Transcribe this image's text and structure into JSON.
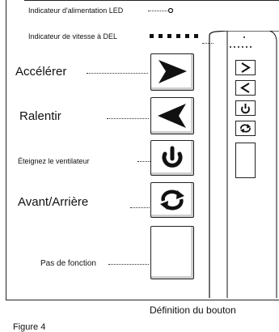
{
  "labels": {
    "led_power": "Indicateur d'alimentation LED",
    "led_speed": "Indicateur de vitesse à DEL",
    "accelerate": "Accélérer",
    "decelerate": "Ralentir",
    "power_off": "Éteignez le ventilateur",
    "reverse": "Avant/Arrière",
    "no_function": "Pas de fonction"
  },
  "caption": "Définition du bouton",
  "figure_label": "Figure 4",
  "icons": [
    "chevron-right-icon",
    "chevron-left-icon",
    "power-icon",
    "reverse-arrows-icon"
  ]
}
